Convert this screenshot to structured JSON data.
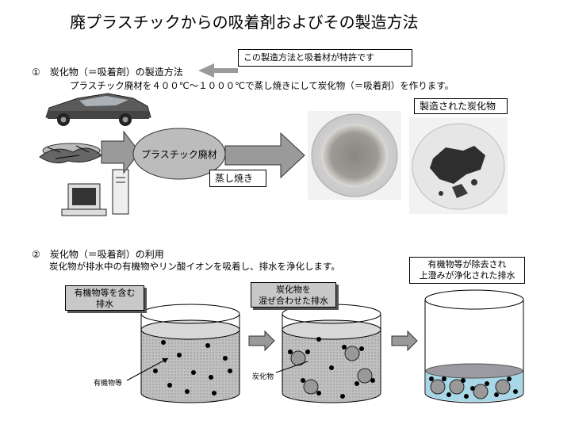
{
  "title": "廃プラスチックからの吸着剤およびその製造方法",
  "patent_note": "この製造方法と吸着材が特許です",
  "section1": {
    "heading": "①　炭化物（＝吸着剤）の製造方法",
    "description": "プラスチック廃材を４００℃～１０００℃で蒸し焼きにして炭化物（＝吸着剤）を作ります。",
    "plastic_label": "プラスチック廃材",
    "process_label": "蒸し焼き",
    "product_label": "製造された炭化物"
  },
  "section2": {
    "heading": "②　炭化物（＝吸着剤）の利用",
    "description": "炭化物が排水中の有機物やリン酸イオンを吸着し、排水を浄化します。",
    "stage1_label_line1": "有機物等を含む",
    "stage1_label_line2": "排水",
    "stage2_label_line1": "炭化物を",
    "stage2_label_line2": "混ぜ合わせた排水",
    "stage3_label_line1": "有機物等が除去され",
    "stage3_label_line2": "上澄みが浄化された排水",
    "organic_label": "有機物等",
    "carbide_label": "炭化物"
  },
  "colors": {
    "arrow_gray": "#9a9a9a",
    "water_gray": "#b4b4b4",
    "ellipse_gray": "#bcbcbc",
    "clear_water": "#a8d8e8"
  }
}
